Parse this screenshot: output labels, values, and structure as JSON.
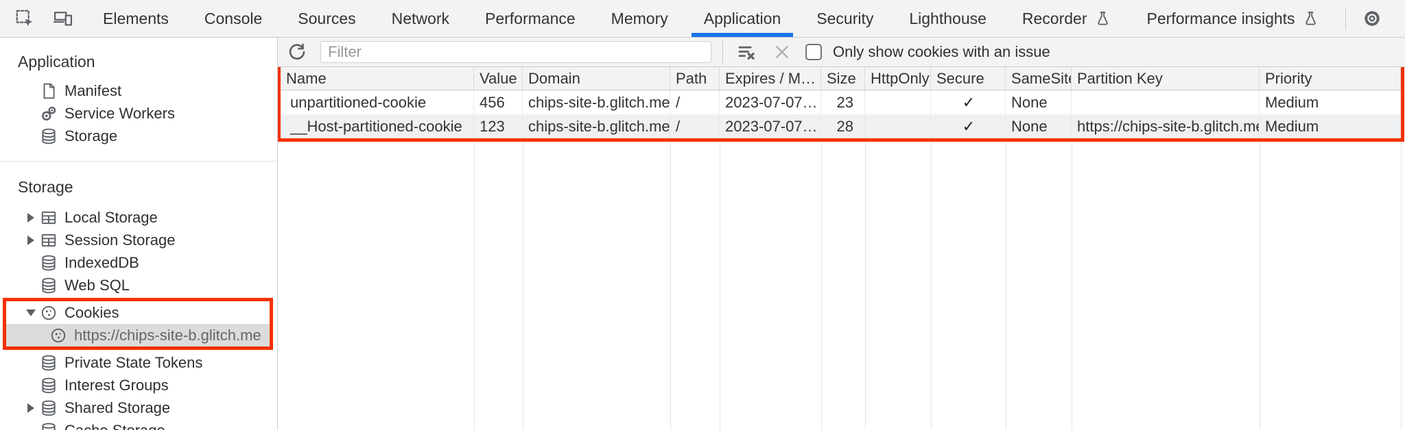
{
  "colors": {
    "accent_blue": "#1a73e8",
    "highlight_red": "#f43105",
    "selection_gray": "#dcdcdc",
    "icon_gray": "#5f6368"
  },
  "tabbar": {
    "tabs": [
      {
        "label": "Elements"
      },
      {
        "label": "Console"
      },
      {
        "label": "Sources"
      },
      {
        "label": "Network"
      },
      {
        "label": "Performance"
      },
      {
        "label": "Memory"
      },
      {
        "label": "Application",
        "active": true
      },
      {
        "label": "Security"
      },
      {
        "label": "Lighthouse"
      },
      {
        "label": "Recorder",
        "flask": true
      },
      {
        "label": "Performance insights",
        "flask": true
      }
    ],
    "left_icons": [
      "inspect-icon",
      "device-toolbar-icon"
    ],
    "right_icons": [
      "settings-icon",
      "more-icon",
      "close-icon"
    ]
  },
  "sidebar": {
    "sections": [
      {
        "title": "Application",
        "items": [
          {
            "label": "Manifest",
            "icon": "document-icon"
          },
          {
            "label": "Service Workers",
            "icon": "service-workers-icon"
          },
          {
            "label": "Storage",
            "icon": "database-icon"
          }
        ]
      },
      {
        "title": "Storage",
        "items": [
          {
            "label": "Local Storage",
            "icon": "table-icon",
            "expander": "collapsed"
          },
          {
            "label": "Session Storage",
            "icon": "table-icon",
            "expander": "collapsed"
          },
          {
            "label": "IndexedDB",
            "icon": "database-icon"
          },
          {
            "label": "Web SQL",
            "icon": "database-icon"
          },
          {
            "label": "Cookies",
            "icon": "cookie-icon",
            "expander": "expanded",
            "highlighted": true,
            "children": [
              {
                "label": "https://chips-site-b.glitch.me",
                "icon": "cookie-icon",
                "selected": true
              }
            ]
          },
          {
            "label": "Private State Tokens",
            "icon": "database-icon"
          },
          {
            "label": "Interest Groups",
            "icon": "database-icon"
          },
          {
            "label": "Shared Storage",
            "icon": "database-icon",
            "expander": "collapsed"
          },
          {
            "label": "Cache Storage",
            "icon": "database-icon"
          }
        ]
      }
    ]
  },
  "toolbar": {
    "filter_placeholder": "Filter",
    "filter_value": "",
    "checkbox_label": "Only show cookies with an issue",
    "checkbox_checked": false,
    "icons": [
      "refresh-icon",
      "clear-filter-icon",
      "clear-search-icon"
    ]
  },
  "table": {
    "columns": [
      {
        "label": "Name"
      },
      {
        "label": "Value"
      },
      {
        "label": "Domain"
      },
      {
        "label": "Path"
      },
      {
        "label": "Expires / M…"
      },
      {
        "label": "Size"
      },
      {
        "label": "HttpOnly"
      },
      {
        "label": "Secure"
      },
      {
        "label": "SameSite"
      },
      {
        "label": "Partition Key"
      },
      {
        "label": "Priority"
      }
    ],
    "rows": [
      {
        "cells": [
          "unpartitioned-cookie",
          "456",
          "chips-site-b.glitch.me",
          "/",
          "2023-07-07…",
          "23",
          "",
          "✓",
          "None",
          "",
          "Medium"
        ]
      },
      {
        "cells": [
          "__Host-partitioned-cookie",
          "123",
          "chips-site-b.glitch.me",
          "/",
          "2023-07-07…",
          "28",
          "",
          "✓",
          "None",
          "https://chips-site-b.glitch.me",
          "Medium"
        ]
      }
    ]
  }
}
